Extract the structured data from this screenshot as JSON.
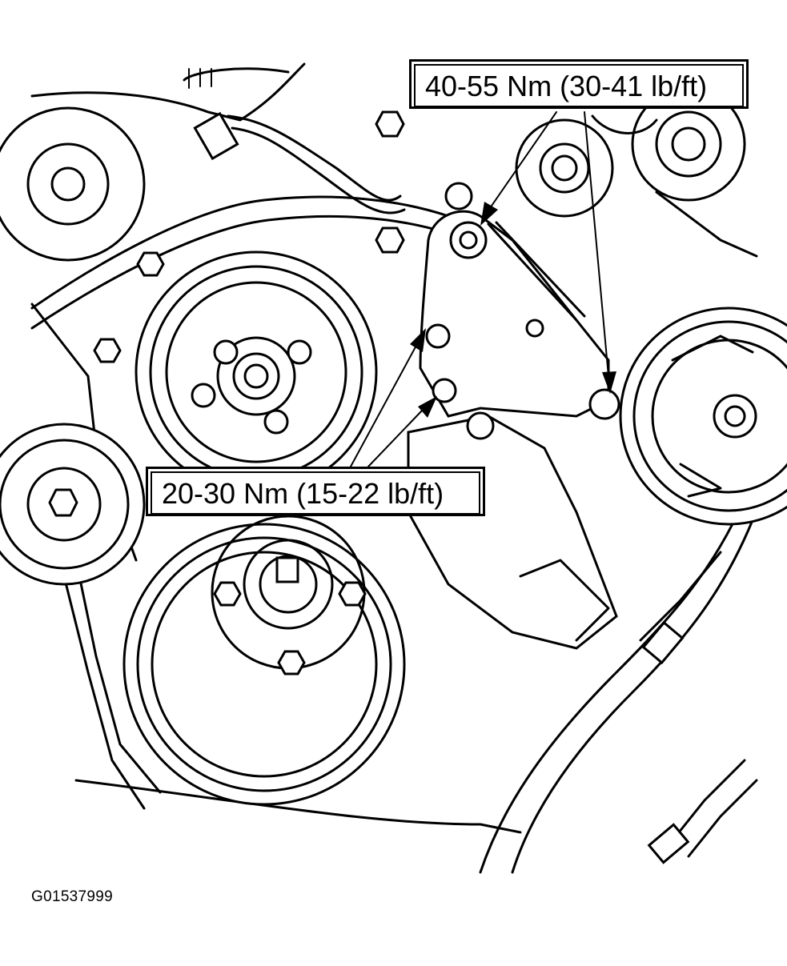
{
  "callouts": {
    "upper_torque": "40-55 Nm (30-41 lb/ft)",
    "lower_torque": "20-30 Nm (15-22 lb/ft)"
  },
  "figure_code": "G01537999",
  "colors": {
    "line": "#000000",
    "background": "#ffffff"
  }
}
